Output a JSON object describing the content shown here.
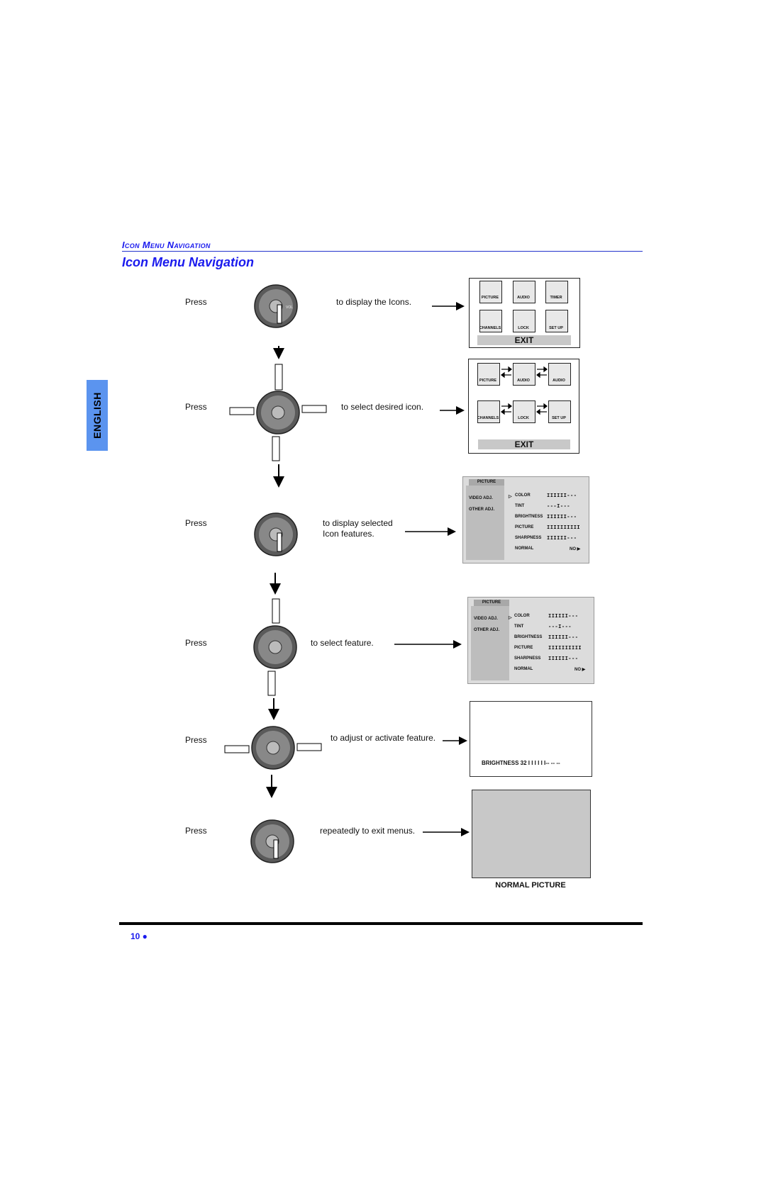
{
  "header": {
    "running_head": "Icon Menu Navigation",
    "title": "Icon Menu Navigation",
    "language_tab": "ENGLISH"
  },
  "steps": [
    {
      "press": "Press",
      "text": "to display the Icons."
    },
    {
      "press": "Press",
      "text": "to select desired icon."
    },
    {
      "press": "Press",
      "text_line1": "to display selected",
      "text_line2": "Icon features."
    },
    {
      "press": "Press",
      "text": "to select feature."
    },
    {
      "press": "Press",
      "text": "to adjust or activate feature."
    },
    {
      "press": "Press",
      "text": "repeatedly to exit menus."
    }
  ],
  "remote": {
    "vol_label": "VOL"
  },
  "icon_screen": {
    "icons": [
      "PICTURE",
      "AUDIO",
      "TIMER",
      "CHANNELS",
      "LOCK",
      "SET UP"
    ],
    "exit_label": "EXIT"
  },
  "icon_screen_2": {
    "icons": [
      "PICTURE",
      "AUDIO",
      "AUDIO",
      "CHANNELS",
      "LOCK",
      "SET UP"
    ],
    "exit_label": "EXIT"
  },
  "picture_menu": {
    "tab": "PICTURE",
    "left_items": [
      "VIDEO ADJ.",
      "OTHER ADJ."
    ],
    "features": [
      {
        "name": "COLOR",
        "bar": "IIIIII---"
      },
      {
        "name": "TINT",
        "bar": "---I---"
      },
      {
        "name": "BRIGHTNESS",
        "bar": "IIIIII---"
      },
      {
        "name": "PICTURE",
        "bar": "IIIIIIIIII"
      },
      {
        "name": "SHARPNESS",
        "bar": "IIIIII---"
      },
      {
        "name": "NORMAL",
        "bar": "NO ▶"
      }
    ]
  },
  "adjust_screen": {
    "label": "BRIGHTNESS 32 I I I I I I-- -- --"
  },
  "normal_screen": {
    "caption": "NORMAL PICTURE"
  },
  "footer": {
    "page_number": "10 ●"
  }
}
